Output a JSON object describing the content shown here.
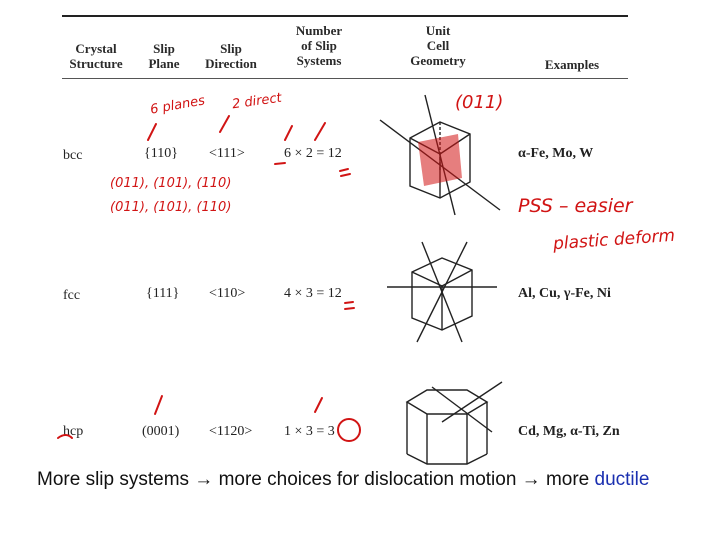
{
  "table": {
    "headers": {
      "crystal_structure": "Crystal\nStructure",
      "slip_plane": "Slip\nPlane",
      "slip_direction": "Slip\nDirection",
      "number_of_slip_systems": "Number\nof Slip\nSystems",
      "unit_cell_geometry": "Unit\nCell\nGeometry",
      "examples": "Examples"
    },
    "rows": [
      {
        "structure": "bcc",
        "plane": "{110}",
        "direction": "<111>",
        "systems": "6 × 2 = 12",
        "examples": "α-Fe, Mo, W"
      },
      {
        "structure": "fcc",
        "plane": "{111}",
        "direction": "<110>",
        "systems": "4 × 3 = 12",
        "examples": "Al, Cu, γ-Fe, Ni"
      },
      {
        "structure": "hcp",
        "plane": "(0001)",
        "direction": "<1120>",
        "systems": "1 × 3 = 3",
        "examples": "Cd, Mg, α-Ti, Zn"
      }
    ]
  },
  "annotations": {
    "planes_note": "6 planes",
    "directions_note": "2 direct",
    "plane_label": "(011)",
    "planes_list_1": "(011), (101), (110)",
    "planes_list_2": "(011), (101), (110)",
    "pss_note_1": "PSS – easier",
    "pss_note_2": "plastic deform"
  },
  "caption": {
    "part1": "More slip systems → more choices for dislocation motion → more",
    "highlight": "ductile"
  },
  "colors": {
    "ink_red": "#d11414",
    "ductile_blue": "#1a2fb0"
  }
}
